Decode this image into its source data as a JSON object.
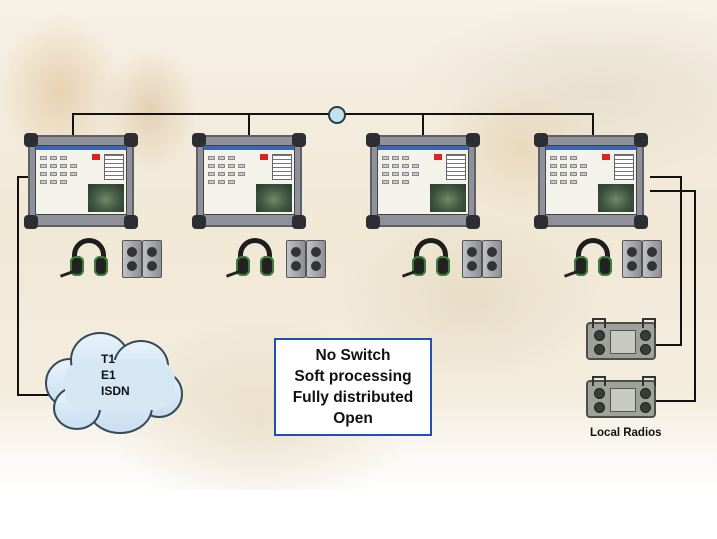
{
  "diagram": {
    "cloud_lines": [
      "T1",
      "E1",
      "ISDN"
    ],
    "callout_lines": [
      "No Switch",
      "Soft processing",
      "Fully distributed",
      "Open"
    ],
    "radios_label": "Local Radios",
    "node_count": 4,
    "radio_count": 2,
    "icons": {
      "hub": "network-hub-icon",
      "terminal": "rugged-tablet-icon",
      "headset": "headset-icon",
      "speaker": "speaker-icon",
      "radio": "radio-icon",
      "cloud": "cloud-icon"
    },
    "colors": {
      "wire": "#111111",
      "callout_border": "#1f4fb8",
      "hub_fill": "#bfe3e8",
      "cloud_fill": "#d6e7f4"
    }
  }
}
